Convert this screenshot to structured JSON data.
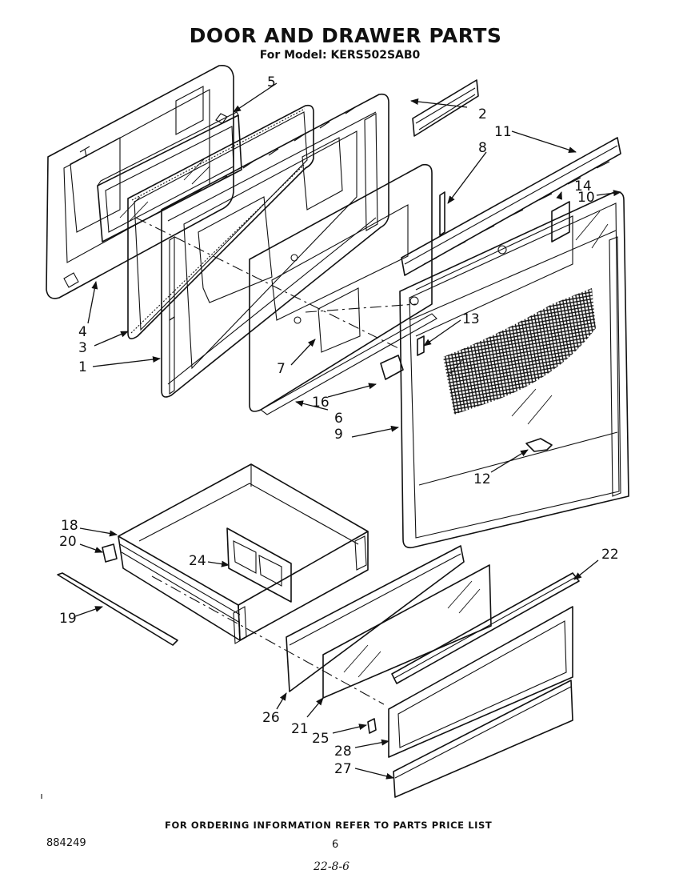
{
  "header": {
    "title": "DOOR AND DRAWER PARTS",
    "subtitle": "For Model: KERS502SAB0"
  },
  "part_labels": {
    "p1": "1",
    "p2": "2",
    "p3": "3",
    "p4": "4",
    "p5": "5",
    "p6": "6",
    "p7": "7",
    "p8": "8",
    "p9": "9",
    "p10": "10",
    "p11": "11",
    "p12": "12",
    "p13": "13",
    "p14": "14",
    "p16": "16",
    "p18": "18",
    "p19": "19",
    "p20": "20",
    "p21": "21",
    "p22": "22",
    "p24": "24",
    "p25": "25",
    "p26": "26",
    "p27": "27",
    "p28": "28"
  },
  "footer": {
    "note": "FOR ORDERING INFORMATION REFER TO PARTS PRICE LIST",
    "doc_number": "884249",
    "page_number": "6",
    "handwritten": "22-8-6"
  }
}
